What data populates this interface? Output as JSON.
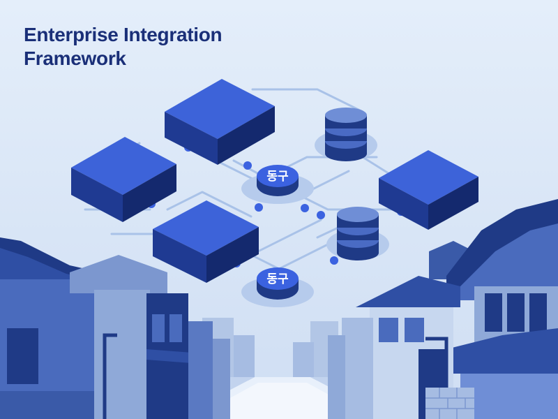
{
  "title": {
    "line1": "Enterprise Integration",
    "line2": "Framework"
  },
  "nodes": {
    "service_label_1": "동구",
    "service_label_2": "동구"
  },
  "colors": {
    "background": "#dbe7f6",
    "title": "#1a2f78",
    "block_top": "#3d63d9",
    "block_left": "#1f3a92",
    "block_right": "#14296e",
    "accent": "#3b62e0",
    "network_line": "#a9c2e8",
    "building_dark": "#1f3a86",
    "building_mid": "#4a6bbd",
    "building_light": "#8fa9d8"
  }
}
